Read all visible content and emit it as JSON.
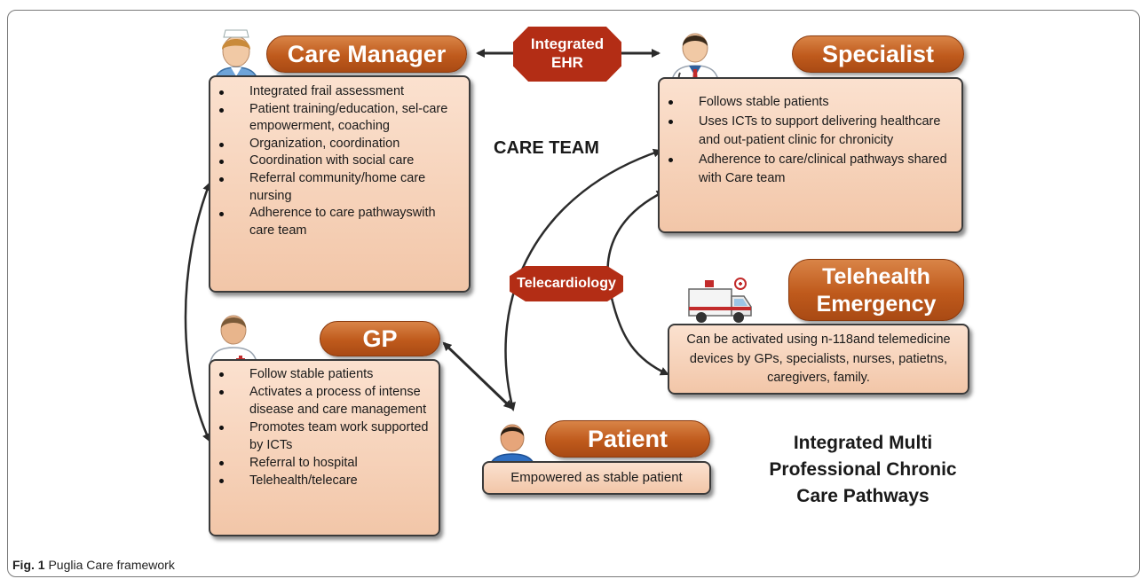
{
  "caption": {
    "label": "Fig. 1",
    "text": "Puglia Care framework"
  },
  "care_team_label": "CARE TEAM",
  "ehr_badge": {
    "line1": "Integrated",
    "line2": "EHR"
  },
  "telecardiology_badge": "Telecardiology",
  "care_manager": {
    "title": "Care Manager",
    "items": [
      "Integrated frail assessment",
      "Patient training/education, sel-care empowerment, coaching",
      "Organization, coordination",
      "Coordination with social care",
      "Referral community/home care nursing",
      "Adherence to care pathwayswith care team"
    ]
  },
  "specialist": {
    "title": "Specialist",
    "items": [
      "Follows stable patients",
      "Uses ICTs to support delivering healthcare and out-patient clinic for chronicity",
      "Adherence to care/clinical pathways shared with Care team"
    ]
  },
  "gp": {
    "title": "GP",
    "items": [
      "Follow stable patients",
      "Activates a process of intense disease and care management",
      "Promotes team work supported by ICTs",
      "Referral to hospital",
      "Telehealth/telecare"
    ]
  },
  "telehealth": {
    "title_line1": "Telehealth",
    "title_line2": "Emergency",
    "text": "Can be activated using n-118and telemedicine devices by GPs, specialists, nurses,  patietns, caregivers, family."
  },
  "patient": {
    "title": "Patient",
    "text": "Empowered as stable patient"
  },
  "pathways_title": {
    "line1": "Integrated Multi",
    "line2": "Professional Chronic",
    "line3": "Care Pathways"
  },
  "colors": {
    "pill": "#bf5a1c",
    "box_fill": "#f6d2b9",
    "badge": "#b32d15",
    "arrow": "#2b2b2b"
  }
}
